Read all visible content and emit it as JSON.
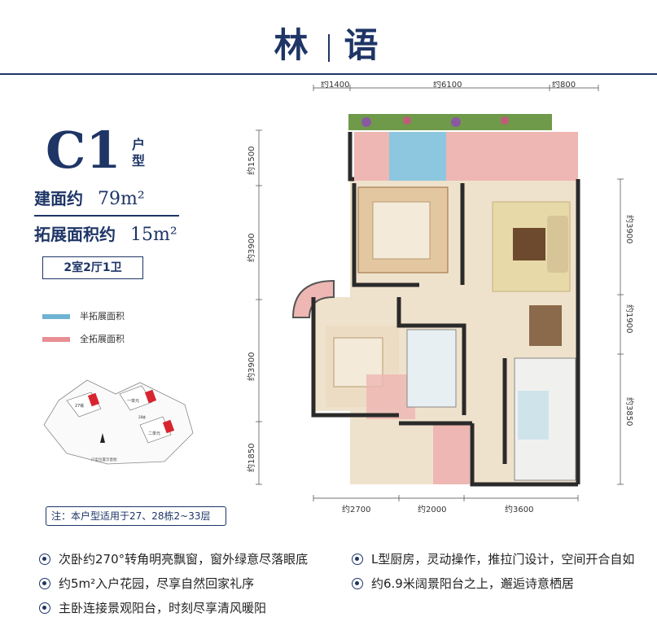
{
  "title": {
    "left": "林",
    "right": "语"
  },
  "unit": {
    "code": "C1",
    "type": "户型"
  },
  "specs": {
    "built_area_label": "建面约",
    "built_area_value": "79m²",
    "extended_area_label": "拓展面积约",
    "extended_area_value": "15m²"
  },
  "room_tag": "2室2厅1卫",
  "legend": {
    "half": {
      "label": "半拓展面积",
      "color": "#6fb3d2"
    },
    "full": {
      "label": "全拓展面积",
      "color": "#e88f93"
    }
  },
  "keymap": {
    "labels": [
      "27栋",
      "一单元",
      "28栋",
      "二单元"
    ],
    "caption": "户型位置示意图",
    "marker_color": "#d8242f"
  },
  "note": "注：本户型适用于27、28栋2~33层",
  "floorplan": {
    "top_dims": [
      "约1400",
      "约6100",
      "约800"
    ],
    "bottom_dims": [
      "约2700",
      "约2000",
      "约3600"
    ],
    "left_dims": [
      "约1500",
      "约3900",
      "约3900",
      "约1850"
    ],
    "right_dims": [
      "约3900",
      "约1900",
      "约3850"
    ]
  },
  "features": [
    "次卧约270°转角明亮飘窗，窗外绿意尽落眼底",
    "L型厨房，灵动操作，推拉门设计，空间开合自如",
    "约5m²入户花园，尽享自然回家礼序",
    "约6.9米阔景阳台之上，邂逅诗意栖居",
    "主卧连接景观阳台，时刻尽享清风暖阳"
  ]
}
